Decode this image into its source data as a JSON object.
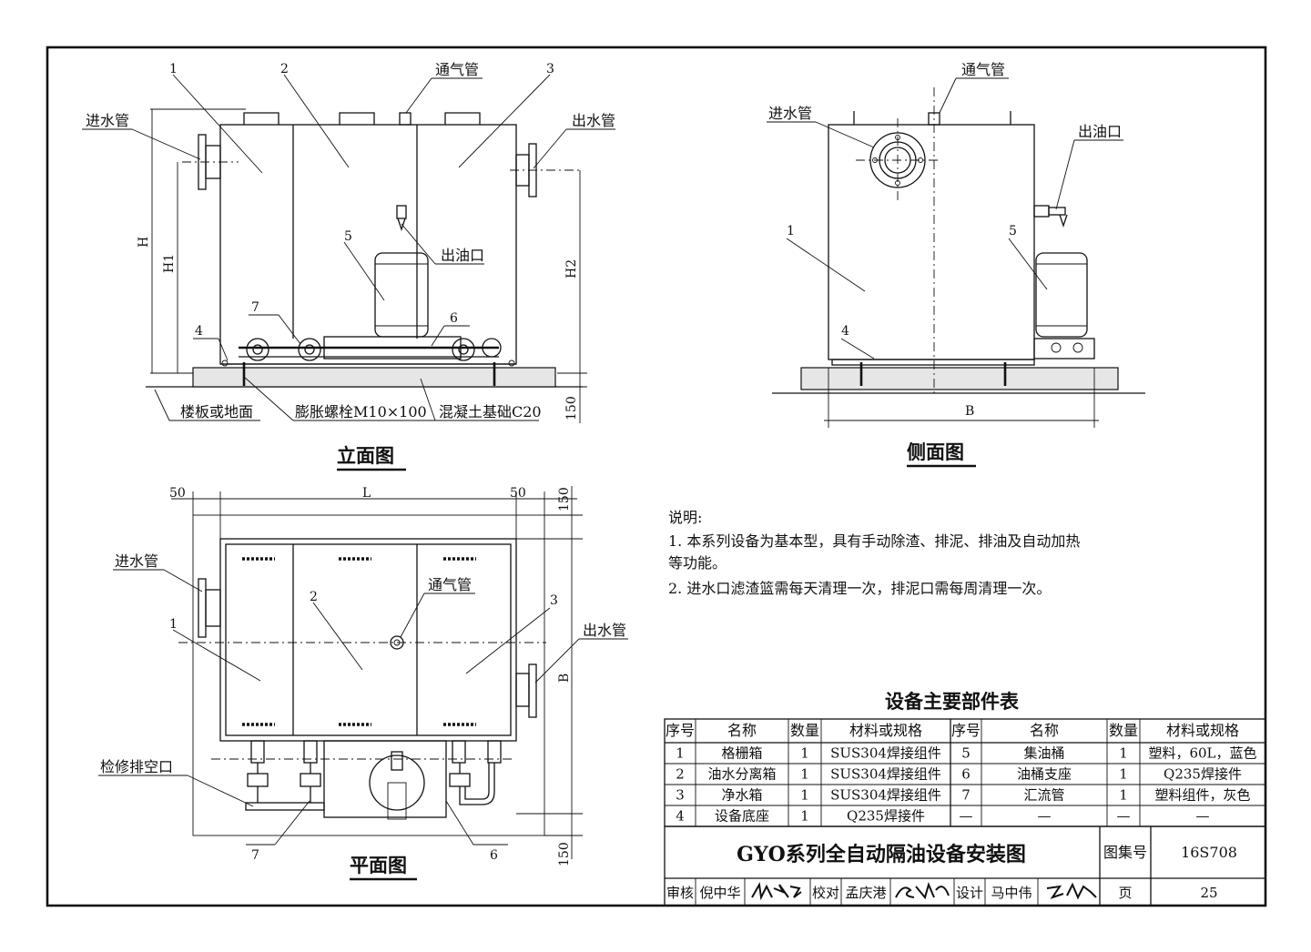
{
  "elevation": {
    "title": "立面图",
    "labels": {
      "n1": "1",
      "n2": "2",
      "n3": "3",
      "n4": "4",
      "n5": "5",
      "n6": "6",
      "n7": "7",
      "vent": "通气管",
      "inlet": "进水管",
      "outlet": "出水管",
      "oil_outlet": "出油口",
      "floor": "楼板或地面",
      "bolt": "膨胀螺栓M10×100",
      "concrete": "混凝土基础C20",
      "H": "H",
      "H1": "H1",
      "H2": "H2",
      "base_h": "150"
    }
  },
  "side": {
    "title": "侧面图",
    "labels": {
      "vent": "通气管",
      "inlet": "进水管",
      "oil_outlet": "出油口",
      "n1": "1",
      "n5": "5",
      "n4": "4",
      "B": "B"
    }
  },
  "plan": {
    "title": "平面图",
    "labels": {
      "dim50_left": "50",
      "L": "L",
      "dim50_right": "50",
      "dim150_top": "150",
      "dim150_bottom": "150",
      "inlet": "进水管",
      "outlet": "出水管",
      "vent": "通气管",
      "drain": "检修排空口",
      "n1": "1",
      "n2": "2",
      "n3": "3",
      "n6": "6",
      "n7": "7",
      "B": "B"
    }
  },
  "notes": {
    "heading": "说明:",
    "items": [
      "1.  本系列设备为基本型，具有手动除渣、排泥、排油及自动加热",
      "      等功能。",
      "2.  进水口滤渣篮需每天清理一次，排泥口需每周清理一次。"
    ]
  },
  "parts_table": {
    "title": "设备主要部件表",
    "headers": [
      "序号",
      "名称",
      "数量",
      "材料或规格",
      "序号",
      "名称",
      "数量",
      "材料或规格"
    ],
    "rows": [
      [
        "1",
        "格栅箱",
        "1",
        "SUS304焊接组件",
        "5",
        "集油桶",
        "1",
        "塑料，60L，蓝色"
      ],
      [
        "2",
        "油水分离箱",
        "1",
        "SUS304焊接组件",
        "6",
        "油桶支座",
        "1",
        "Q235焊接件"
      ],
      [
        "3",
        "净水箱",
        "1",
        "SUS304焊接组件",
        "7",
        "汇流管",
        "1",
        "塑料组件，灰色"
      ],
      [
        "4",
        "设备底座",
        "1",
        "Q235焊接件",
        "—",
        "—",
        "—",
        "—"
      ]
    ]
  },
  "title_block": {
    "drawing_title": "GYO系列全自动隔油设备安装图",
    "atlas_label": "图集号",
    "atlas_no": "16S708",
    "review_label": "审核",
    "reviewer": "倪中华",
    "check_label": "校对",
    "checker": "孟庆港",
    "design_label": "设计",
    "designer": "马中伟",
    "page_label": "页",
    "page_no": "25"
  }
}
